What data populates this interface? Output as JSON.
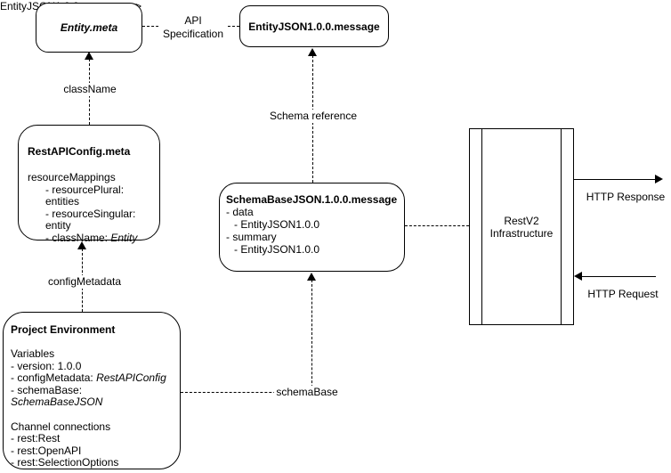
{
  "colors": {
    "stroke": "#000000",
    "fill": "#ffffff",
    "text": "#000000"
  },
  "nodes": {
    "entity_meta": {
      "title": "Entity.meta"
    },
    "entity_json": {
      "title": "EntityJSON1.0.0.message"
    },
    "rest_api_config": {
      "title": "RestAPIConfig.meta",
      "lines": [
        "resourceMappings",
        "- resourcePlural: entities",
        "- resourceSingular: entity"
      ],
      "class_name_line": {
        "prefix": "- className: ",
        "value": "Entity"
      }
    },
    "schema_base_json": {
      "title": "SchemaBaseJSON.1.0.0.message",
      "lines": [
        "- data",
        "- EntityJSON1.0.0",
        "- summary",
        "- EntityJSON1.0.0"
      ]
    },
    "project_environment": {
      "title": "Project Environment",
      "section1_header": "Variables",
      "var_lines": [
        "- version: 1.0.0"
      ],
      "config_metadata_line": {
        "prefix": "- configMetadata: ",
        "value": "RestAPIConfig"
      },
      "schema_base_line": {
        "prefix": "- schemaBase: ",
        "value": "SchemaBaseJSON"
      },
      "section2_header": "Channel connections",
      "channel_lines": [
        "- rest:Rest",
        "- rest:OpenAPI",
        "- rest:SelectionOptions"
      ]
    },
    "restv2": {
      "line1": "RestV2",
      "line2": "Infrastructure"
    }
  },
  "edge_labels": {
    "api_specification_line1": "API",
    "api_specification_line2": "Specification",
    "class_name": "className",
    "schema_reference": "Schema reference",
    "config_metadata": "configMetadata",
    "schema_base": "schemaBase",
    "http_response": "HTTP Response",
    "http_request": "HTTP Request"
  }
}
